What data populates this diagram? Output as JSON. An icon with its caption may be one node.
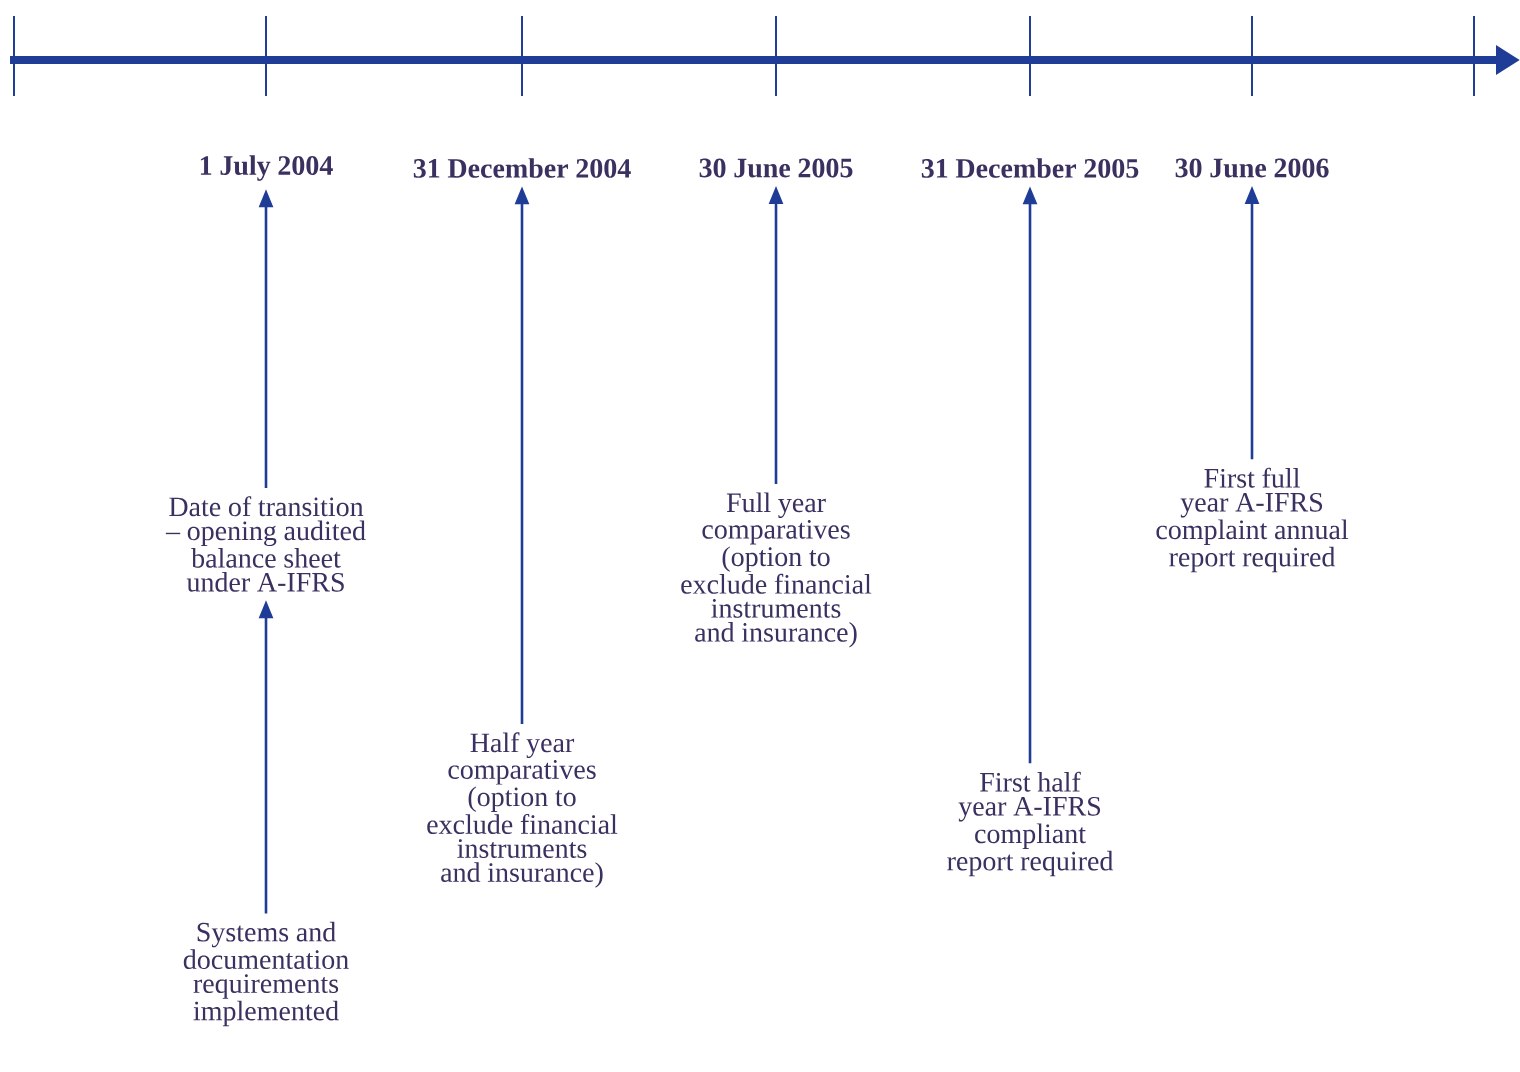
{
  "diagram": {
    "nodes": [
      {
        "text": [
          "1 July 2004"
        ]
      },
      {
        "text": [
          "31 December 2004"
        ]
      },
      {
        "text": [
          "30 June 2005"
        ]
      },
      {
        "text": [
          "31 December 2005"
        ]
      },
      {
        "text": [
          "30 June 2006"
        ]
      },
      {
        "text": [
          "Date of transition – opening audited balance sheet under A-IFRS"
        ]
      },
      {
        "text": [
          "Full year comparatives (option to exclude financial instruments and insurance)"
        ]
      },
      {
        "text": [
          "First full year A-IFRS complaint annual report required"
        ]
      },
      {
        "text": [
          "Half year comparatives (option to exclude financial instruments and insurance)"
        ]
      },
      {
        "text": [
          "First half year A-IFRS compliant report required"
        ]
      },
      {
        "text": [
          "Systems and documentation requirements implemented"
        ]
      }
    ],
    "edges": [
      {
        "from": 5,
        "to": 0,
        "arrow": "to"
      },
      {
        "from": 8,
        "to": 1,
        "arrow": "to"
      },
      {
        "from": 6,
        "to": 2,
        "arrow": "to"
      },
      {
        "from": 9,
        "to": 3,
        "arrow": "to"
      },
      {
        "from": 7,
        "to": 4,
        "arrow": "to"
      },
      {
        "from": 10,
        "to": 5,
        "arrow": "to"
      }
    ]
  }
}
